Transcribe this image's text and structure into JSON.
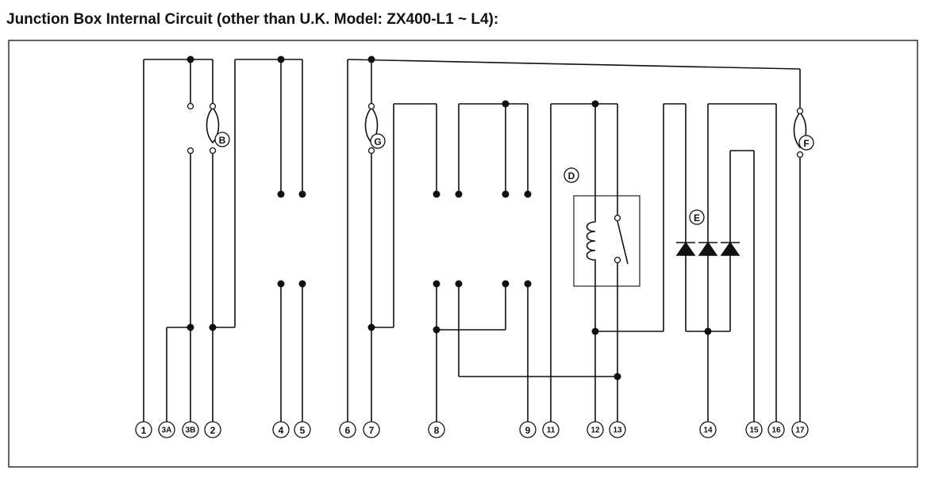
{
  "title": "Junction Box Internal Circuit (other than U.K. Model: ZX400-L1 ~ L4):",
  "terminals": [
    "1",
    "3A",
    "3B",
    "2",
    "4",
    "5",
    "6",
    "7",
    "8",
    "9",
    "11",
    "12",
    "13",
    "14",
    "15",
    "16",
    "17"
  ],
  "components": {
    "fuse_b": "B",
    "fuse_g": "G",
    "fuse_f": "F",
    "relay_d": "D",
    "diodes_e": "E"
  }
}
